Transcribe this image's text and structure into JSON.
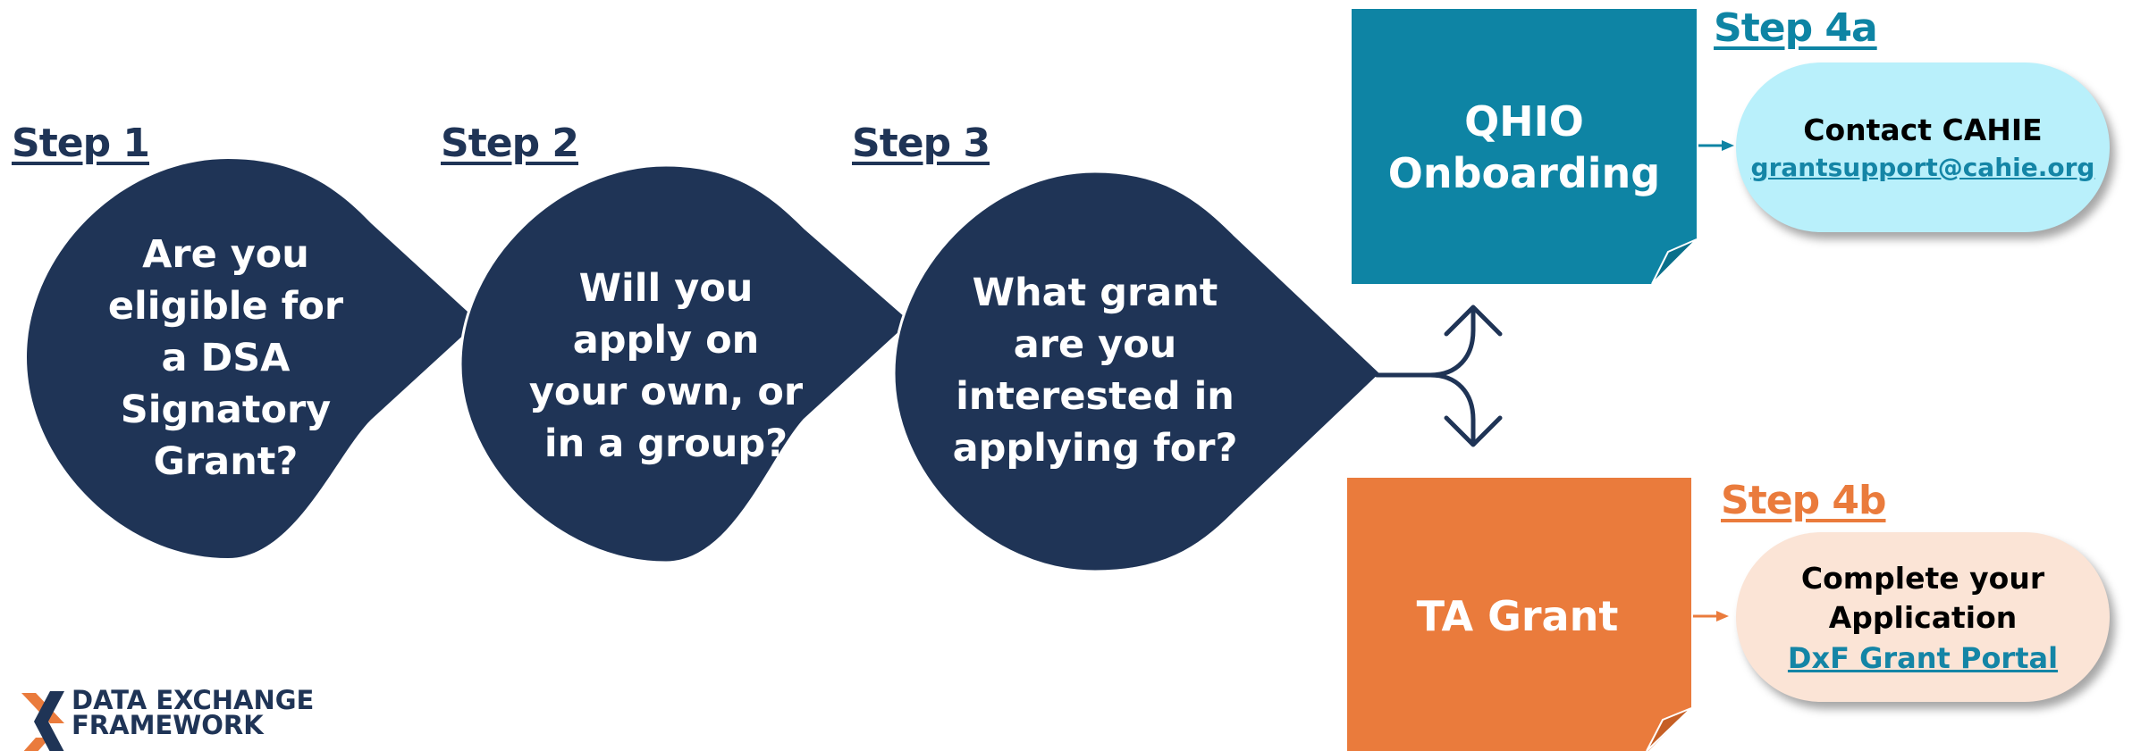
{
  "colors": {
    "navy": "#1f3456",
    "teal": "#0e84a4",
    "orange": "#ea7b3c",
    "pill_teal_bg": "#b9f0fb",
    "pill_orange_bg": "#fbe4d6",
    "link_teal": "#1485a6"
  },
  "steps": [
    {
      "label": "Step 1",
      "question": "Are you eligible for a DSA Signatory Grant?"
    },
    {
      "label": "Step 2",
      "question": "Will you apply on your own, or in a group?"
    },
    {
      "label": "Step 3",
      "question": "What grant are you interested in applying for?"
    }
  ],
  "branches": {
    "a": {
      "step_label": "Step 4a",
      "box_title": "QHIO Onboarding",
      "action": "Contact CAHIE",
      "link_text": "grantsupport@cahie.org"
    },
    "b": {
      "step_label": "Step 4b",
      "box_title": "TA Grant",
      "action": "Complete your Application",
      "link_text": "DxF Grant Portal"
    }
  },
  "logo": {
    "line1": "DATA EXCHANGE",
    "line2": "FRAMEWORK",
    "icon": "x-mark-logo"
  },
  "icons": {
    "fork": "fork-arrow-icon",
    "connector": "arrow-right-icon"
  }
}
